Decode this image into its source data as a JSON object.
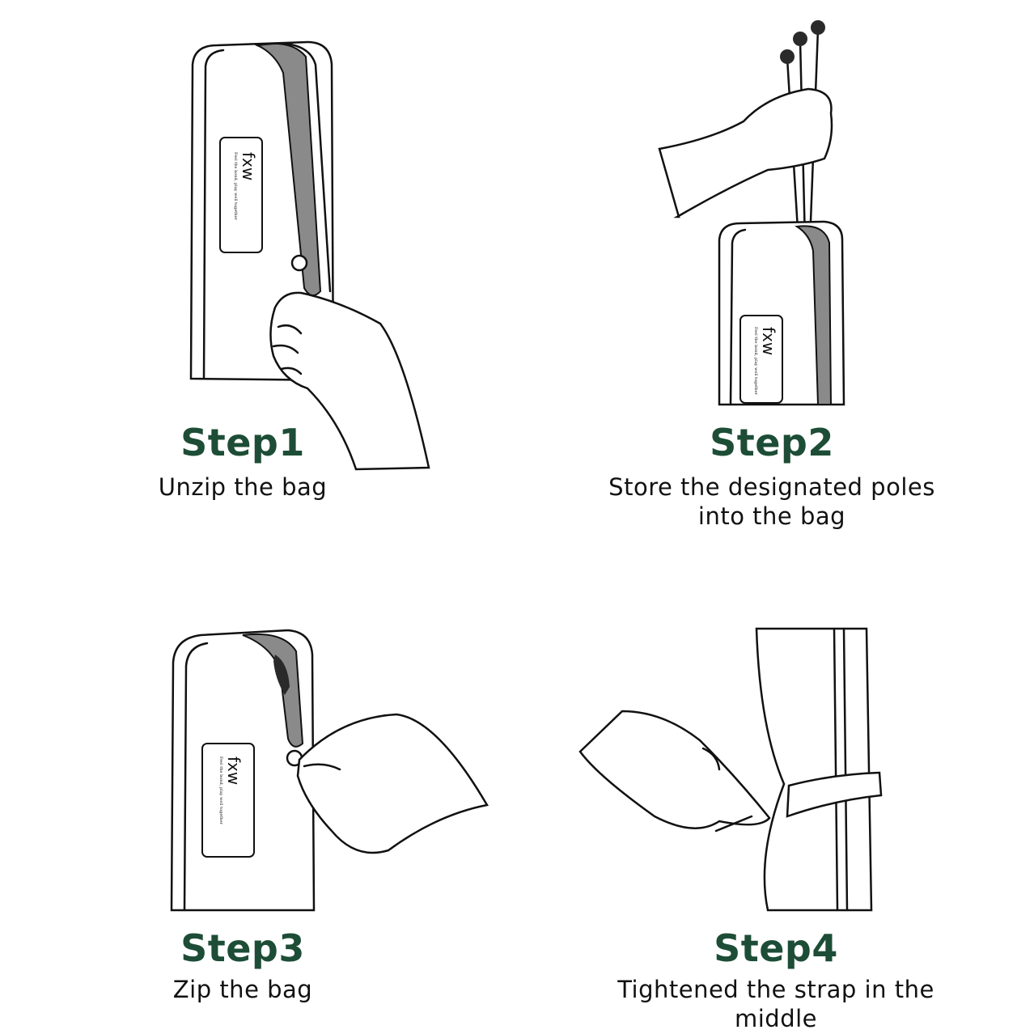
{
  "steps": [
    {
      "title": "Step1",
      "description": "Unzip the bag"
    },
    {
      "title": "Step2",
      "description": "Store the designated poles into the bag"
    },
    {
      "title": "Step3",
      "description": "Zip the bag"
    },
    {
      "title": "Step4",
      "description": "Tightened the strap in the middle"
    }
  ],
  "brand": {
    "logo_text": "fxw",
    "tagline": "Feel the bond, play well together"
  },
  "colors": {
    "title_green": "#1d4d36",
    "text": "#111111",
    "zipper_grey": "#8a8a8a",
    "background": "#ffffff"
  }
}
